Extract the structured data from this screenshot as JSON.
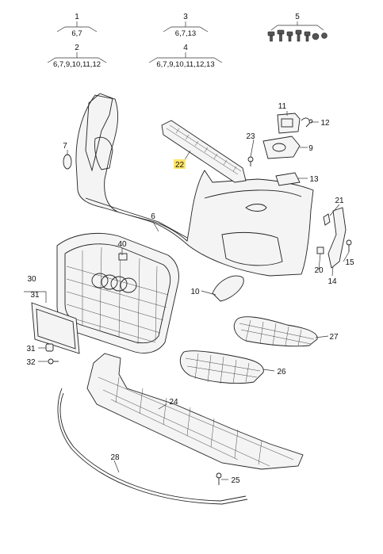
{
  "header_groups": [
    {
      "number": "1",
      "refs": "6,7"
    },
    {
      "number": "3",
      "refs": "6,7,13"
    },
    {
      "number": "2",
      "refs": "6,7,9,10,11,12"
    },
    {
      "number": "4",
      "refs": "6,7,9,10,11,12,13"
    }
  ],
  "hardware_group": {
    "number": "5"
  },
  "callouts": {
    "p6": "6",
    "p7": "7",
    "p9": "9",
    "p10": "10",
    "p11": "11",
    "p12": "12",
    "p13": "13",
    "p14": "14",
    "p15": "15",
    "p20": "20",
    "p21": "21",
    "p22": "22",
    "p23": "23",
    "p24": "24",
    "p25": "25",
    "p26": "26",
    "p27": "27",
    "p28": "28",
    "p30": "30",
    "p31a": "31",
    "p31b": "31",
    "p32": "32",
    "p40": "40"
  },
  "highlight_color": "#ffe566"
}
